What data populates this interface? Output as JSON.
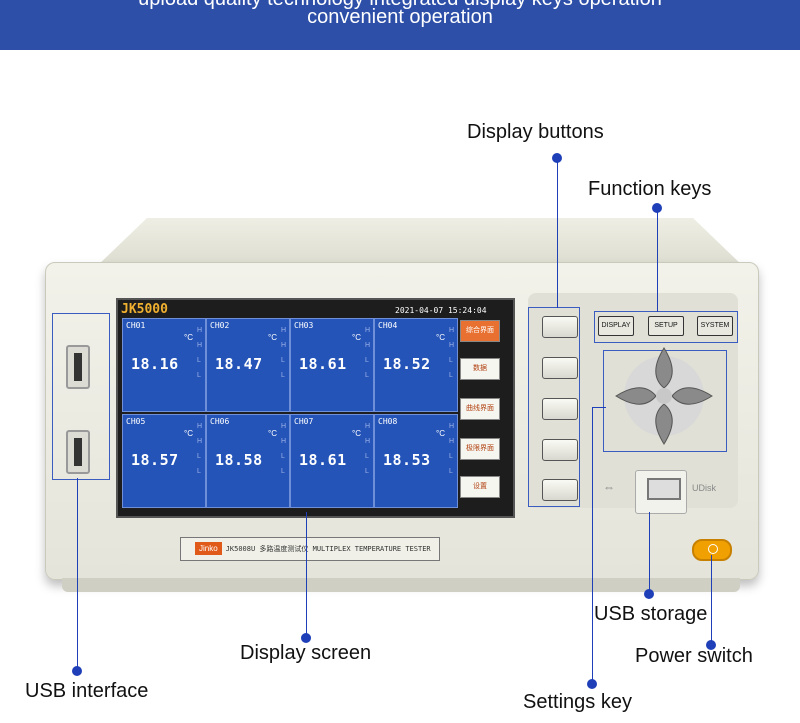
{
  "banner": {
    "line1": "upload quality technology integrated display keys operation",
    "line2": "convenient operation"
  },
  "screen": {
    "title": "JK5000",
    "timestamp": "2021-04-07 15:24:04",
    "channels": [
      {
        "name": "CH01",
        "unit": "°C",
        "value": "18.16"
      },
      {
        "name": "CH02",
        "unit": "°C",
        "value": "18.47"
      },
      {
        "name": "CH03",
        "unit": "°C",
        "value": "18.61"
      },
      {
        "name": "CH04",
        "unit": "°C",
        "value": "18.52"
      },
      {
        "name": "CH05",
        "unit": "°C",
        "value": "18.57"
      },
      {
        "name": "CH06",
        "unit": "°C",
        "value": "18.58"
      },
      {
        "name": "CH07",
        "unit": "°C",
        "value": "18.61"
      },
      {
        "name": "CH08",
        "unit": "°C",
        "value": "18.53"
      }
    ],
    "hl_marks": [
      "H",
      "L"
    ],
    "soft_menu": [
      "综合界面",
      "数据",
      "曲线界面",
      "极限界面",
      "设置"
    ]
  },
  "nameplate": {
    "brand": "Jinko",
    "model": "JK5008U 多路温度测试仪 MULTIPLEX TEMPERATURE TESTER"
  },
  "keys": {
    "display": "DISPLAY",
    "setup": "SETUP",
    "system": "SYSTEM"
  },
  "udisk_label": "UDisk",
  "callouts": {
    "display_buttons": "Display buttons",
    "function_keys": "Function keys",
    "display_screen": "Display screen",
    "usb_interface": "USB interface",
    "usb_storage": "USB storage",
    "power_switch": "Power switch",
    "settings_key": "Settings key"
  },
  "colors": {
    "banner": "#2d4fa8",
    "callout_line": "#1f3fb8",
    "channel_cell": "#2454b8",
    "power": "#f0a000"
  }
}
